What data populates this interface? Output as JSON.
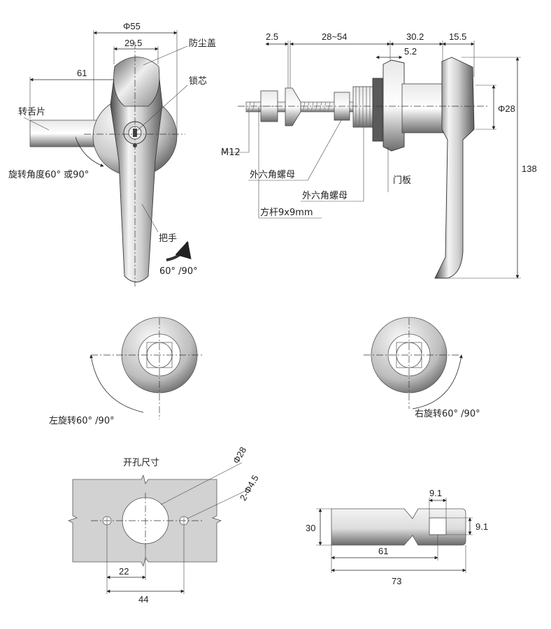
{
  "front_view": {
    "dim_outer_dia": "Φ55",
    "dim_width": "29.5",
    "dim_tongue_reach": "61",
    "label_dust_cover": "防尘盖",
    "label_lock_core": "锁芯",
    "label_tongue": "转舌片",
    "label_rotation": "旋转角度60°  或90°",
    "label_handle": "把手",
    "label_handle_angle": "60°  /90°"
  },
  "side_view": {
    "dim_plate": "2.5",
    "dim_grip": "28~54",
    "dim_body": "30.2",
    "dim_handle": "15.5",
    "dim_flange": "5.2",
    "dim_boss_dia": "Φ28",
    "dim_height": "138",
    "label_thread": "M12",
    "label_hex_nut_1": "外六角螺母",
    "label_hex_nut_2": "外六角螺母",
    "label_square_bar": "方杆9x9mm",
    "label_door_panel": "门板"
  },
  "rotation_views": {
    "left_label": "左旋转60°  /90°",
    "right_label": "右旋转60°  /90°"
  },
  "cutout": {
    "title": "开孔尺寸",
    "dim_hole": "Φ28",
    "dim_holes_small": "2-Φ4.5",
    "dim_22": "22",
    "dim_44": "44"
  },
  "tongue_view": {
    "dim_sq_w": "9.1",
    "dim_sq_h": "9.1",
    "dim_height": "30",
    "dim_61": "61",
    "dim_73": "73"
  },
  "colors": {
    "metal_light": "#f2f2f2",
    "metal_dark": "#5a5a5a",
    "plate": "#d4d4d4",
    "line": "#222222"
  }
}
